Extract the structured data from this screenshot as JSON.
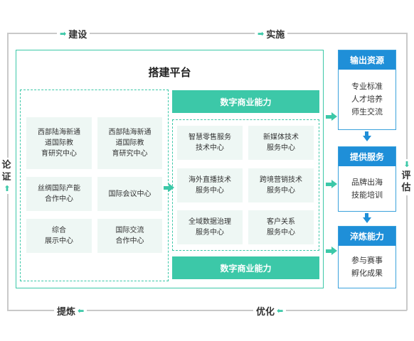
{
  "cycle": {
    "top_left": "建设",
    "top_right": "实施",
    "bottom_left": "提炼",
    "bottom_right": "优化",
    "left": "论证",
    "right": "评估"
  },
  "platform": {
    "title": "搭建平台",
    "centers": [
      "西部陆海新通道国际教育研究中心",
      "西部陆海新通道国际教育研究中心",
      "丝绸国际产能合作中心",
      "国际会议中心",
      "综合展示中心",
      "国际交流合作中心"
    ],
    "band_top": "数字商业能力",
    "band_bottom": "数字商业能力",
    "services": [
      "智慧零售服务技术中心",
      "新媒体技术服务中心",
      "海外直播技术服务中心",
      "跨境营销技术服务中心",
      "全域数据治理服务中心",
      "客户关系服务中心"
    ]
  },
  "right_column": [
    {
      "title": "输出资源",
      "lines": [
        "专业标准",
        "人才培养",
        "师生交流"
      ]
    },
    {
      "title": "提供服务",
      "lines": [
        "品牌出海",
        "技能培训"
      ]
    },
    {
      "title": "淬炼能力",
      "lines": [
        "参与赛事",
        "孵化成果"
      ]
    }
  ],
  "colors": {
    "green": "#3cc8a8",
    "blue": "#1f8fd8",
    "cell_bg": "#eef7f4"
  }
}
